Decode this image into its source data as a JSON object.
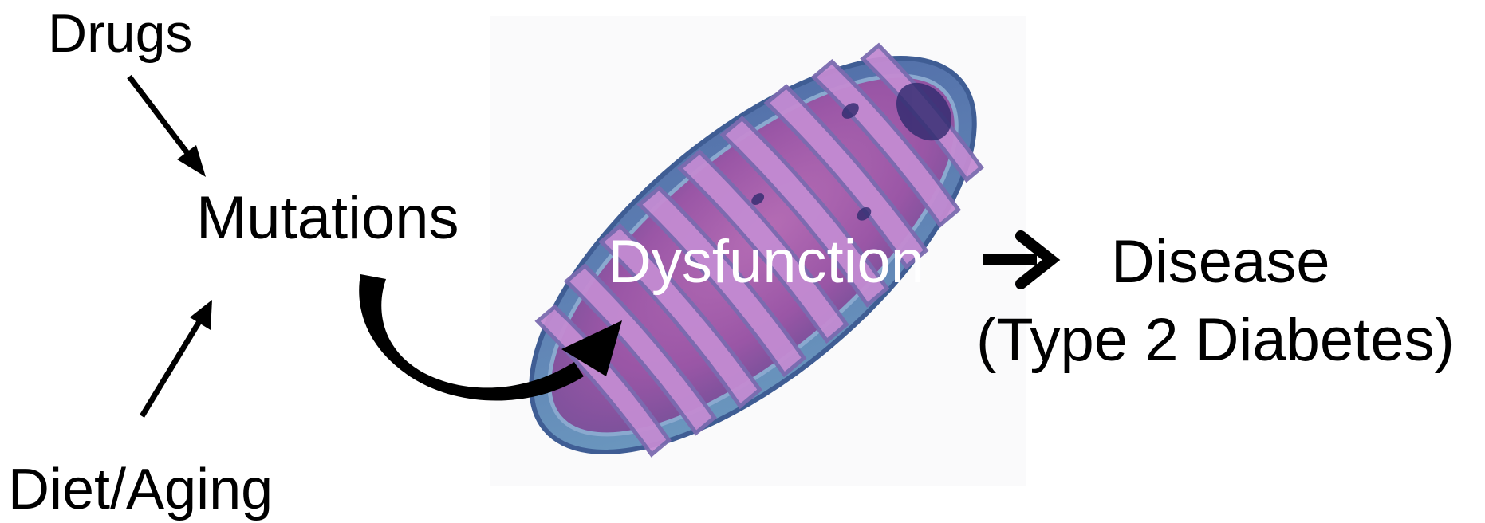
{
  "diagram": {
    "inputs": {
      "drugs": "Drugs",
      "diet_aging": "Diet/Aging"
    },
    "mutations": "Mutations",
    "dysfunction": "Dysfunction",
    "disease": {
      "name": "Disease",
      "example": "(Type 2 Diabetes)"
    },
    "illustration": "mitochondrion-icon",
    "colors": {
      "membrane": "#6b8fb8",
      "matrix": "#a85ba8",
      "cristae": "#c48fd0",
      "text": "#000000",
      "overlay_text": "#ffffff"
    }
  }
}
